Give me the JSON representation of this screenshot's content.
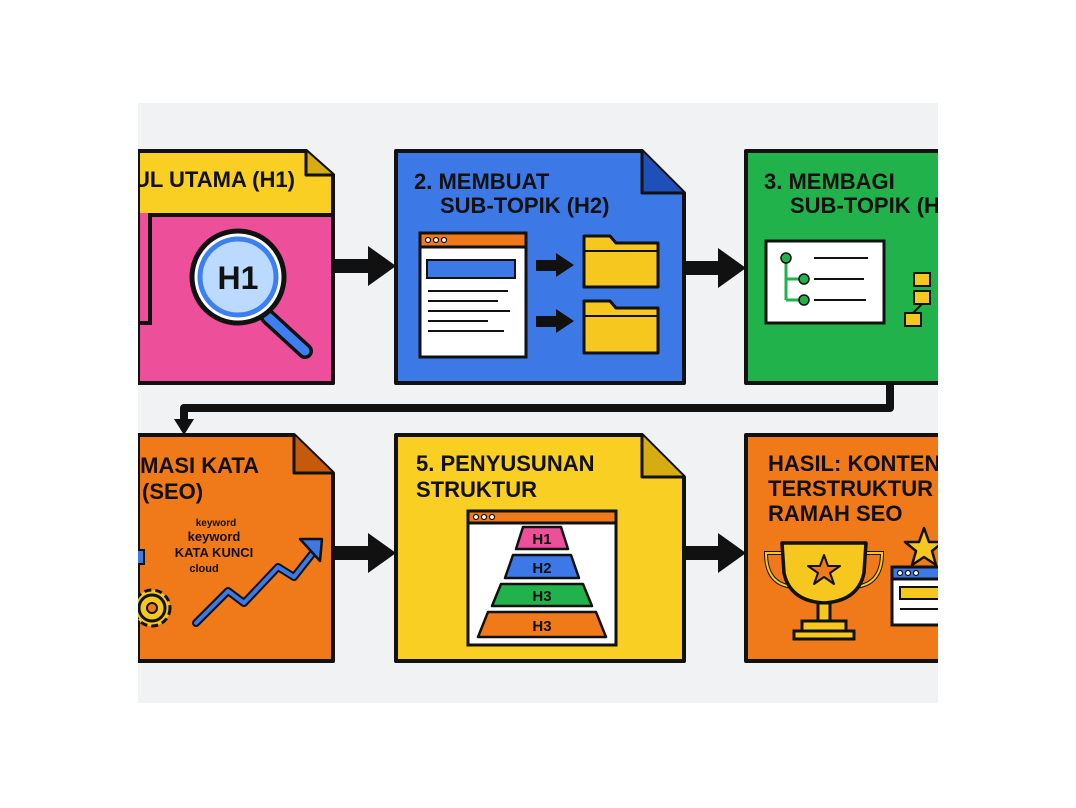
{
  "steps": [
    {
      "title": "UL UTAMA (H1)",
      "badge": "H1",
      "color": "#ee4f9b"
    },
    {
      "title_line1": "2. MEMBUAT",
      "title_line2": "SUB-TOPIK (H2)",
      "color": "#3c79e6"
    },
    {
      "title_line1": "3. MEMBAGI",
      "title_line2": "SUB-TOPIK (H",
      "color": "#22b24c"
    },
    {
      "title_line1": "IMASI KATA",
      "title_line2": "(SEO)",
      "cloud": [
        "keyword",
        "keyword",
        "KATA KUNCI",
        "cloud"
      ],
      "color": "#f07a1a"
    },
    {
      "title_line1": "5. PENYUSUNAN",
      "title_line2": "STRUKTUR",
      "pyramid": [
        "H1",
        "H2",
        "H3",
        "H3"
      ],
      "color": "#f8cf22"
    },
    {
      "title_line1": "HASIL: KONTEN",
      "title_line2": "TERSTRUKTUR",
      "title_line3": "RAMAH SEO",
      "color": "#f07a1a"
    }
  ],
  "colors": {
    "background": "#f1f2f4",
    "outline": "#111111",
    "yellow": "#f8cf22",
    "pink": "#ee4f9b",
    "blue": "#3c79e6",
    "green": "#22b24c",
    "orange": "#f07a1a",
    "folder": "#f6c81f"
  }
}
